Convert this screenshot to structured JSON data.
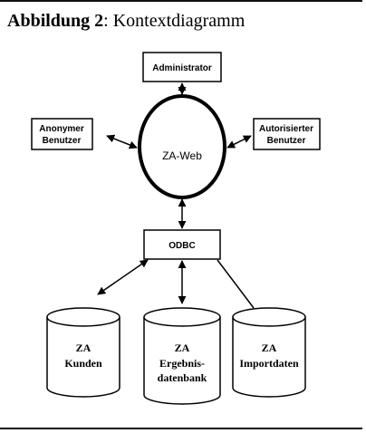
{
  "figure": {
    "title_prefix": "Abbildung 2",
    "title_sep": ":",
    "title_text": " Kontextdiagramm"
  },
  "nodes": {
    "administrator": "Administrator",
    "anonymer_benutzer": [
      "Anonymer",
      "Benutzer"
    ],
    "autorisierter_benutzer": [
      "Autorisierter",
      "Benutzer"
    ],
    "center": "ZA-Web",
    "odbc": "ODBC",
    "db_kunden": [
      "ZA",
      "Kunden"
    ],
    "db_ergebnis": [
      "ZA",
      "Ergebnis-",
      "datenbank"
    ],
    "db_import": [
      "ZA",
      "Importdaten"
    ]
  }
}
